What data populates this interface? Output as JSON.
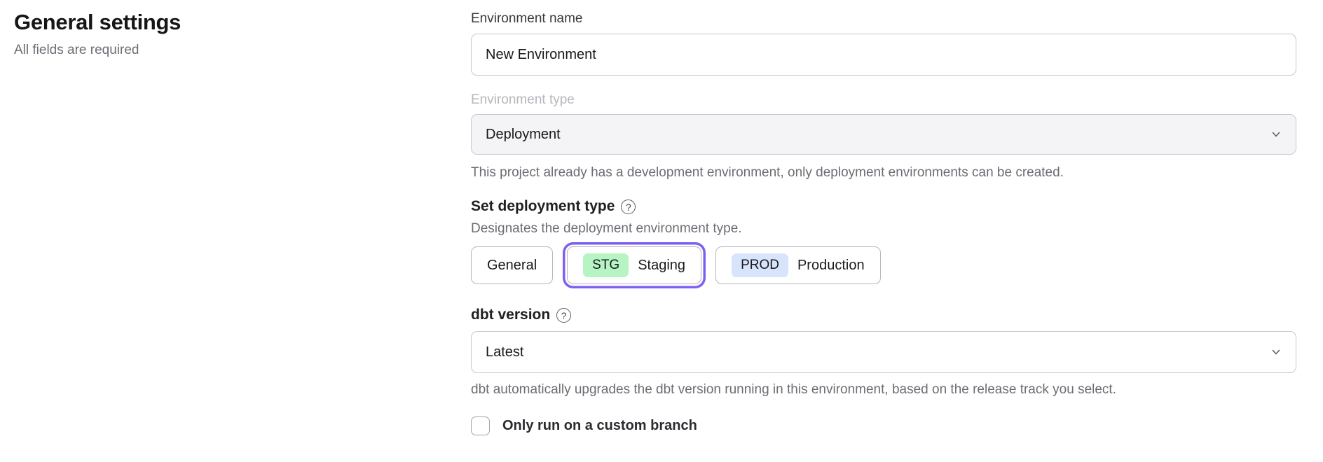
{
  "page": {
    "title": "General settings",
    "subtitle": "All fields are required"
  },
  "form": {
    "environment_name": {
      "label": "Environment name",
      "value": "New Environment"
    },
    "environment_type": {
      "label": "Environment type",
      "value": "Deployment",
      "disabled": true,
      "helper": "This project already has a development environment, only deployment environments can be created."
    },
    "deployment_type": {
      "label": "Set deployment type",
      "description": "Designates the deployment environment type.",
      "options": [
        {
          "label": "General",
          "badge": "",
          "selected": false
        },
        {
          "label": "Staging",
          "badge": "STG",
          "selected": true
        },
        {
          "label": "Production",
          "badge": "PROD",
          "selected": false
        }
      ]
    },
    "dbt_version": {
      "label": "dbt version",
      "value": "Latest",
      "helper": "dbt automatically upgrades the dbt version running in this environment, based on the release track you select."
    },
    "custom_branch": {
      "label": "Only run on a custom branch",
      "checked": false
    }
  },
  "icons": {
    "help_glyph": "?"
  },
  "colors": {
    "accent": "#7e60f0",
    "staging_badge_bg": "#b6f4c3",
    "production_badge_bg": "#d7e4fb"
  }
}
